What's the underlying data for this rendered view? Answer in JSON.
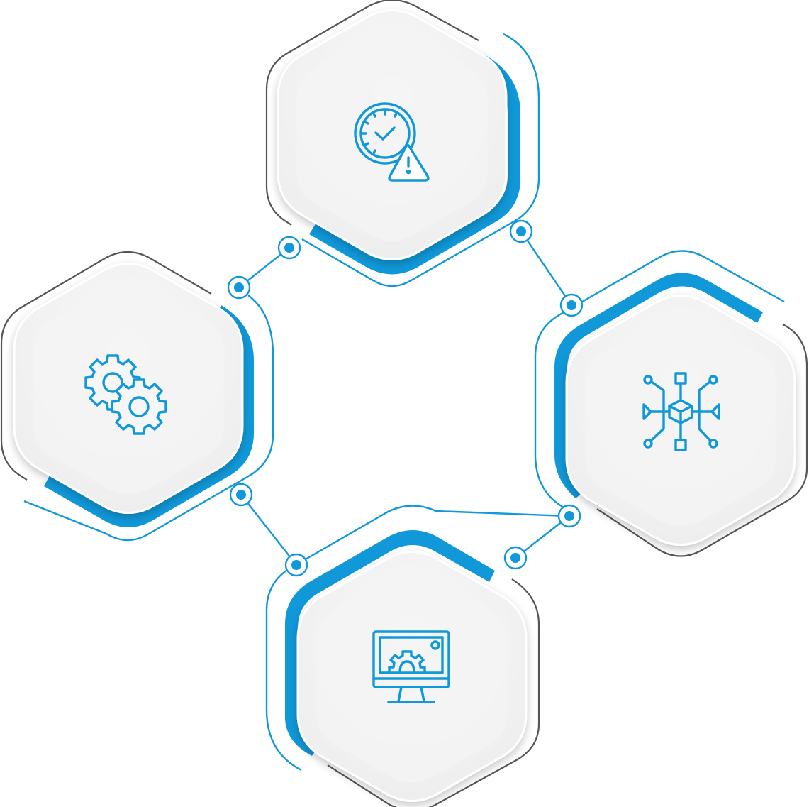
{
  "colors": {
    "accent": "#1098d9",
    "outline": "#555555",
    "tile_fill": "#f2f2f2",
    "tile_inner": "#f6f6f6",
    "background": "#ffffff"
  },
  "nodes": [
    {
      "id": "top",
      "icon": "clock-warning-icon"
    },
    {
      "id": "left",
      "icon": "gears-icon"
    },
    {
      "id": "right",
      "icon": "network-cube-icon"
    },
    {
      "id": "bottom",
      "icon": "monitor-gear-icon"
    }
  ],
  "connections": [
    [
      "top",
      "left"
    ],
    [
      "top",
      "right"
    ],
    [
      "left",
      "bottom"
    ],
    [
      "right",
      "bottom"
    ]
  ]
}
